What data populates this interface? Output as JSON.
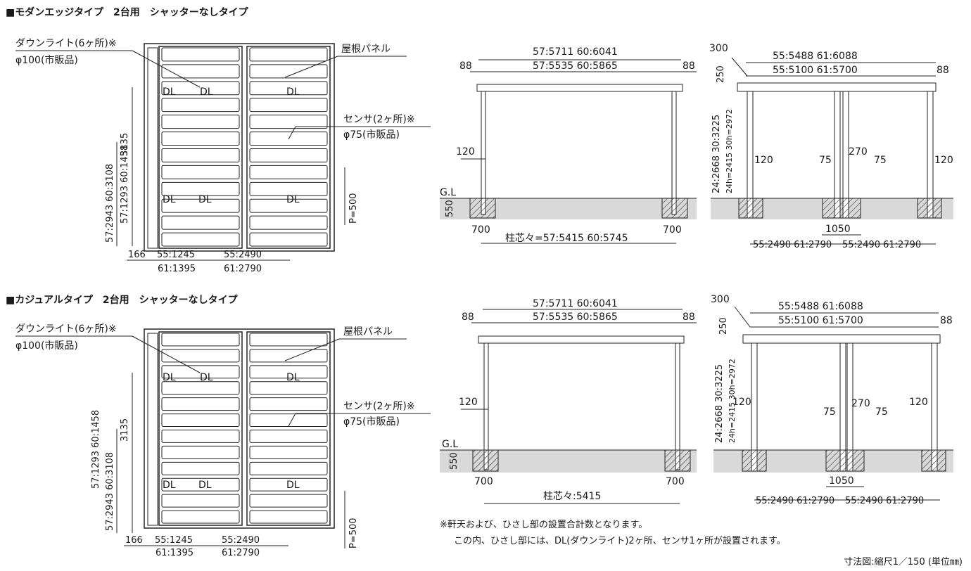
{
  "sections": [
    {
      "heading": "■モダンエッジタイプ　2台用　シャッターなしタイプ",
      "plan": {
        "dl_label1": "ダウンライト(6ヶ所)※",
        "dl_label2": "φ100(市販品)",
        "roof_label": "屋根パネル",
        "sensor_label1": "センサ(2ヶ所)※",
        "sensor_label2": "φ75(市販品)",
        "dl_marks": [
          "DL",
          "DL",
          "DL",
          "DL",
          "DL",
          "DL"
        ],
        "dim_left_outer": "57:2943  60:3108",
        "dim_left_mid": "57:1293  60:1458",
        "dim_3135": "3135",
        "dim_p500": "P=500",
        "dim_166": "166",
        "dim_b1": "55:1245",
        "dim_b2": "55:2490",
        "dim_b3": "61:1395",
        "dim_b4": "61:2790"
      },
      "side": {
        "top1": "57:5711  60:6041",
        "top2": "57:5535  60:5865",
        "eave_l": "88",
        "eave_r": "88",
        "post": "120",
        "gl": "G.L",
        "depth": "550",
        "foot_l": "700",
        "foot_r": "700",
        "pitch": "柱芯々=57:5415  60:5745"
      },
      "front": {
        "d300": "300",
        "top1": "55:5488    61:6088",
        "top2": "55:5100    61:5700",
        "d250": "250",
        "d88": "88",
        "h1": "24:2668  30:3225",
        "h2": "24h=2415  30h=2972",
        "p120l": "120",
        "p75l": "75",
        "p270": "270",
        "p75r": "75",
        "p120r": "120",
        "d1050": "1050",
        "bl": "55:2490 61:2790",
        "br": "55:2490 61:2790"
      }
    },
    {
      "heading": "■カジュアルタイプ　2台用　シャッターなしタイプ",
      "plan": {
        "dl_label1": "ダウンライト(6ヶ所)※",
        "dl_label2": "φ100(市販品)",
        "roof_label": "屋根パネル",
        "sensor_label1": "センサ(2ヶ所)※",
        "sensor_label2": "φ75(市販品)",
        "dl_marks": [
          "DL",
          "DL",
          "DL",
          "DL",
          "DL",
          "DL"
        ],
        "dim_left_outer": "57:2943  60:3108",
        "dim_left_mid": "57:1293  60:1458",
        "dim_3135": "3135",
        "dim_p500": "P=500",
        "dim_166": "166",
        "dim_b1": "55:1245",
        "dim_b2": "55:2490",
        "dim_b3": "61:1395",
        "dim_b4": "61:2790"
      },
      "side": {
        "top1": "57:5711  60:6041",
        "top2": "57:5535  60:5865",
        "eave_l": "88",
        "eave_r": "88",
        "post": "120",
        "gl": "G.L",
        "depth": "550",
        "foot_l": "700",
        "foot_r": "700",
        "pitch": "柱芯々:5415"
      },
      "front": {
        "d300": "300",
        "top1": "55:5488    61:6088",
        "top2": "55:5100    61:5700",
        "d250": "250",
        "d88": "88",
        "h1": "24:2668  30:3225",
        "h2": "24h=2415  30h=2972",
        "p120l": "120",
        "p75l": "75",
        "p270": "270",
        "p75r": "75",
        "p120r": "120",
        "d1050": "1050",
        "bl": "55:2490 61:2790",
        "br": "55:2490 61:2790"
      }
    }
  ],
  "notes": {
    "line1": "※軒天および、ひさし部の設置合計数となります。",
    "line2": "この内、ひさし部には、DL(ダウンライト)2ヶ所、センサ1ヶ所が設置されます。",
    "scale": "寸法図:縮尺1／150 (単位㎜)"
  },
  "colors": {
    "ground": "#d9d9d9",
    "line": "#222222",
    "panel_fill": "#ffffff"
  }
}
